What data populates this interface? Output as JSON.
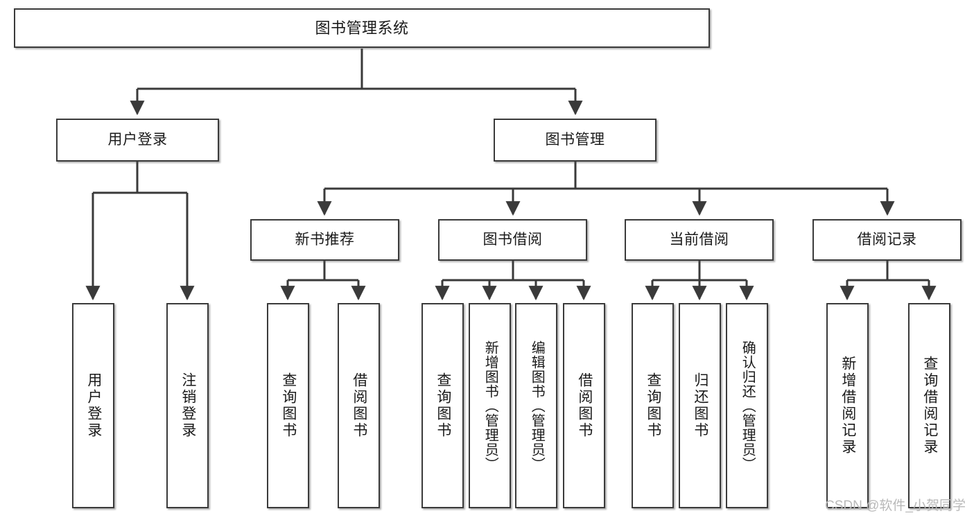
{
  "diagram": {
    "title": "图书管理系统",
    "watermark": "CSDN @软件_小贺同学",
    "colors": {
      "background": "#ffffff",
      "box_border": "#3a3a3a",
      "box_fill": "#ffffff",
      "connector": "#3a3a3a",
      "text": "#1a1a1a",
      "watermark": "#b9b9b9"
    },
    "root": {
      "label": "图书管理系统"
    },
    "level2": [
      {
        "label": "用户登录"
      },
      {
        "label": "图书管理"
      }
    ],
    "level3": [
      {
        "label": "新书推荐"
      },
      {
        "label": "图书借阅"
      },
      {
        "label": "当前借阅"
      },
      {
        "label": "借阅记录"
      }
    ],
    "leaves": {
      "user_login": [
        {
          "label": "用户登录"
        },
        {
          "label": "注销登录"
        }
      ],
      "new_book_recommend": [
        {
          "label": "查询图书"
        },
        {
          "label": "借阅图书"
        }
      ],
      "book_borrow": [
        {
          "label": "查询图书"
        },
        {
          "label": "新增图书（管理员）"
        },
        {
          "label": "编辑图书（管理员）"
        },
        {
          "label": "借阅图书"
        }
      ],
      "current_borrow": [
        {
          "label": "查询图书"
        },
        {
          "label": "归还图书"
        },
        {
          "label": "确认归还（管理员）"
        }
      ],
      "borrow_record": [
        {
          "label": "新增借阅记录"
        },
        {
          "label": "查询借阅记录"
        }
      ]
    }
  }
}
